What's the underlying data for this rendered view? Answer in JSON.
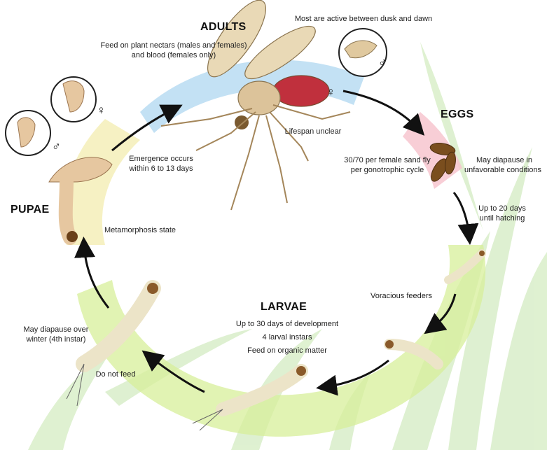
{
  "stages": {
    "adults": {
      "title": "ADULTS",
      "note_top": "Most are active between dusk and dawn",
      "feed_line1": "Feed on plant nectars (males and females)",
      "feed_line2": "and blood (females only)",
      "lifespan": "Lifespan unclear"
    },
    "eggs": {
      "title": "EGGS",
      "count_line1": "30/70 per female sand fly",
      "count_line2": "per gonotrophic cycle",
      "diapause_line1": "May diapause in",
      "diapause_line2": "unfavorable conditions",
      "hatch_line1": "Up to 20 days",
      "hatch_line2": "until hatching"
    },
    "larvae": {
      "title": "LARVAE",
      "line1": "Up to 30 days of development",
      "line2": "4 larval instars",
      "line3": "Feed on organic matter",
      "voracious": "Voracious feeders",
      "no_feed": "Do not feed",
      "diapause_line1": "May diapause over",
      "diapause_line2": "winter (4th instar)"
    },
    "pupae": {
      "title": "PUPAE",
      "metamorphosis": "Metamorphosis state",
      "emergence_line1": "Emergence occurs",
      "emergence_line2": "within 6 to 13 days"
    }
  },
  "symbols": {
    "male": "♂",
    "female": "♀"
  },
  "colors": {
    "adults_band": "#b9dcf2",
    "eggs_band": "#f7c6cf",
    "larvae_band": "#d7ef9a",
    "pupae_band": "#f5efb8",
    "arrow": "#111111",
    "grass": "#c8e6b4"
  }
}
